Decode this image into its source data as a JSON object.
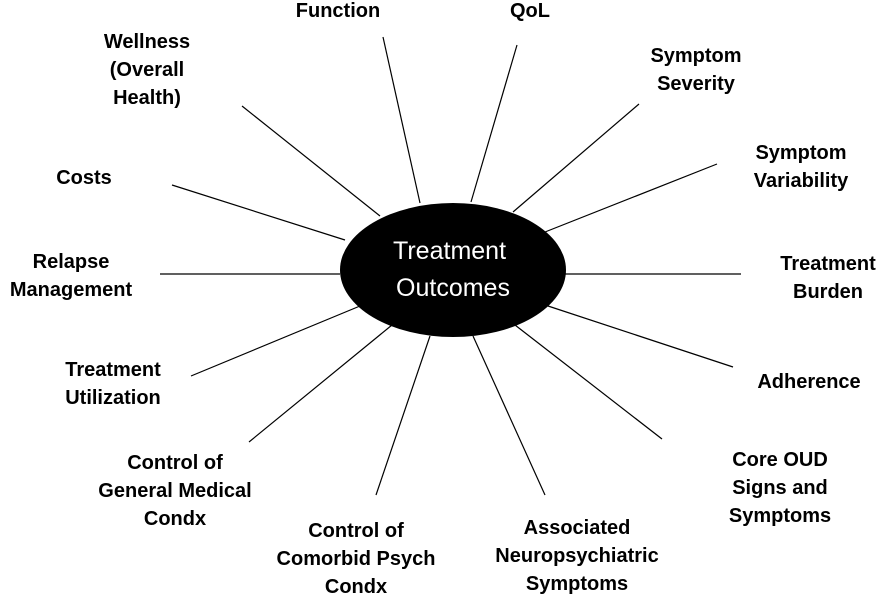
{
  "center": {
    "lines": [
      "Treatment",
      "Outcomes"
    ]
  },
  "outcomes": [
    {
      "id": "function",
      "lines": [
        "Function"
      ]
    },
    {
      "id": "qol",
      "lines": [
        "QoL"
      ]
    },
    {
      "id": "symptom-severity",
      "lines": [
        "Symptom",
        "Severity"
      ]
    },
    {
      "id": "symptom-variability",
      "lines": [
        "Symptom",
        "Variability"
      ]
    },
    {
      "id": "treatment-burden",
      "lines": [
        "Treatment",
        "Burden"
      ]
    },
    {
      "id": "adherence",
      "lines": [
        "Adherence"
      ]
    },
    {
      "id": "core-oud",
      "lines": [
        "Core OUD",
        "Signs and",
        "Symptoms"
      ]
    },
    {
      "id": "associated-neuropsychiatric",
      "lines": [
        "Associated",
        "Neuropsychiatric",
        "Symptoms"
      ]
    },
    {
      "id": "control-comorbid-psych",
      "lines": [
        "Control of",
        "Comorbid Psych",
        "Condx"
      ]
    },
    {
      "id": "control-general-medical",
      "lines": [
        "Control of",
        "General Medical",
        "Condx"
      ]
    },
    {
      "id": "treatment-utilization",
      "lines": [
        "Treatment",
        "Utilization"
      ]
    },
    {
      "id": "relapse-management",
      "lines": [
        "Relapse",
        "Management"
      ]
    },
    {
      "id": "costs",
      "lines": [
        "Costs"
      ]
    },
    {
      "id": "wellness",
      "lines": [
        "Wellness",
        "(Overall",
        "Health)"
      ]
    }
  ],
  "colors": {
    "hub": "#000000",
    "hub_text": "#ffffff",
    "spoke": "#000000",
    "label_text": "#000000"
  }
}
